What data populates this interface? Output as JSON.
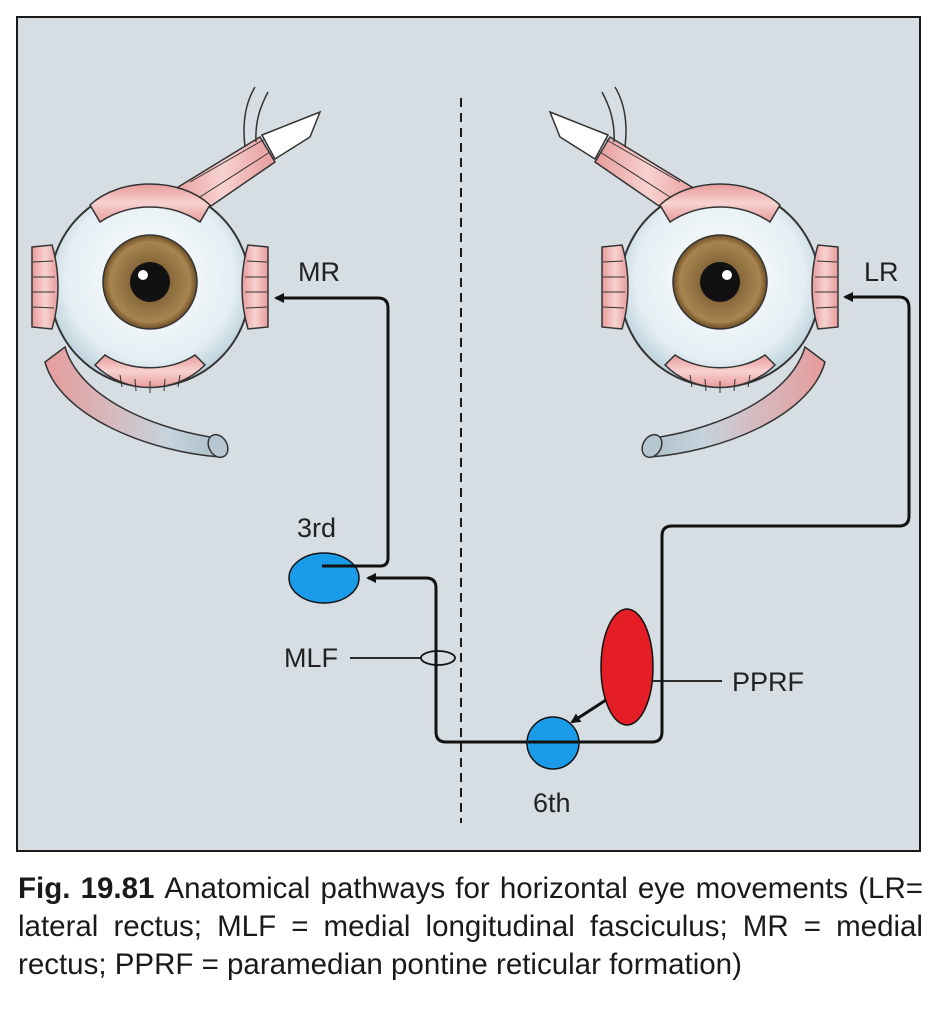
{
  "labels": {
    "mr": "MR",
    "lr": "LR",
    "third": "3rd",
    "sixth": "6th",
    "mlf": "MLF",
    "pprf": "PPRF"
  },
  "caption": {
    "figure_number": "Fig. 19.81",
    "text": "Anatomical pathways for horizontal eye movements (LR= lateral rectus; MLF = medial longitudinal fasciculus; MR = medial rectus; PPRF = paramedian pontine reticular formation)"
  },
  "colors": {
    "background": "#d6dee3",
    "nucleus_blue": "#1a9be8",
    "pprf_red": "#e51d24",
    "muscle": "#e8a4a4",
    "iris": "#8a6a3c"
  },
  "icons": [
    "left-eye-icon",
    "right-eye-icon"
  ]
}
